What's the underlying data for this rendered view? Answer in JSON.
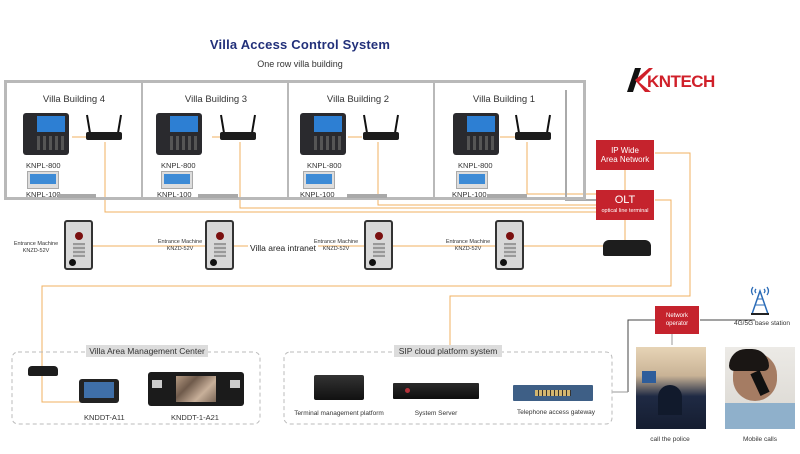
{
  "header": {
    "title": "Villa Access Control System",
    "subtitle": "One row villa building"
  },
  "brand": {
    "logo_text": "KNTECH",
    "accent_color": "#c5232d",
    "wire_color": "#f0b060"
  },
  "buildings": [
    {
      "label": "Villa Building 4",
      "phone_model": "KNPL-800",
      "monitor_model": "KNPL-100"
    },
    {
      "label": "Villa Building 3",
      "phone_model": "KNPL-800",
      "monitor_model": "KNPL-100"
    },
    {
      "label": "Villa Building 2",
      "phone_model": "KNPL-800",
      "monitor_model": "KNPL-100"
    },
    {
      "label": "Villa Building 1",
      "phone_model": "KNPL-800",
      "monitor_model": "KNPL-100"
    }
  ],
  "network": {
    "ip_wan": {
      "line1": "IP Wide",
      "line2": "Area Network"
    },
    "olt": {
      "title": "OLT",
      "subtitle": "optical line terminal"
    },
    "operator": {
      "line1": "Network",
      "line2": "operator"
    },
    "base_station": "4G/5G base station",
    "intranet_label": "Villa area intranet"
  },
  "entrance_machines": [
    {
      "line1": "Entrance Machine",
      "line2": "KNZD-52V"
    },
    {
      "line1": "Entrance Machine",
      "line2": "KNZD-52V"
    },
    {
      "line1": "Entrance Machine",
      "line2": "KNZD-52V"
    },
    {
      "line1": "Entrance Machine",
      "line2": "KNZD-52V"
    }
  ],
  "management_center": {
    "label": "Villa Area Management Center",
    "devices": [
      {
        "model": "KNDDT-A11"
      },
      {
        "model": "KNDDT-1-A21"
      }
    ]
  },
  "sip_platform": {
    "label": "SIP cloud platform system",
    "devices": [
      {
        "caption": "Terminal management platform"
      },
      {
        "caption": "System Server"
      },
      {
        "caption": "Telephone access gateway"
      }
    ]
  },
  "endpoints": [
    {
      "caption": "call the police"
    },
    {
      "caption": "Mobile calls"
    }
  ]
}
